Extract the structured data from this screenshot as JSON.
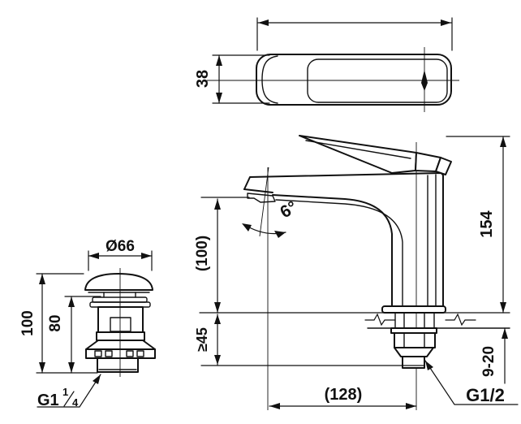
{
  "drawing": {
    "line_color": "#111111",
    "background": "#ffffff",
    "views": {
      "top_view": {
        "description": "handle plan view",
        "dims": {
          "handle_width": "38"
        }
      },
      "front_view": {
        "description": "faucet side elevation",
        "dims": {
          "spout_angle": "6°",
          "spout_height": "(100)",
          "overall_height": "154",
          "min_clearance": "≥45",
          "counter_thickness": "9-20",
          "spout_reach": "(128)",
          "inlet_thread": "G1/2"
        }
      },
      "drain_view": {
        "description": "pop-up waste",
        "dims": {
          "cap_diameter": "Ø66",
          "overall_height": "100",
          "body_height": "80",
          "thread_base": "G1",
          "thread_num": "1",
          "thread_den": "4"
        }
      }
    }
  }
}
